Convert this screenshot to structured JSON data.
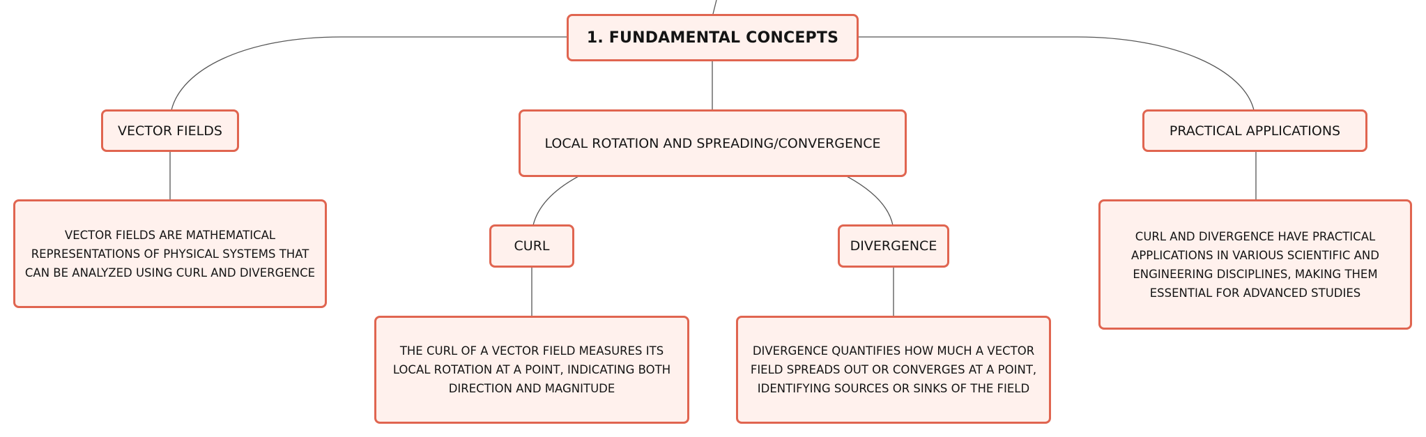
{
  "colors": {
    "node_fill": "#fff1ed",
    "node_border": "#e06550",
    "connector": "#555555",
    "text": "#141414",
    "background": "#ffffff"
  },
  "nodes": {
    "root": "1. FUNDAMENTAL CONCEPTS",
    "vector_fields": "VECTOR FIELDS",
    "vector_fields_desc": "VECTOR FIELDS ARE MATHEMATICAL REPRESENTATIONS OF PHYSICAL SYSTEMS THAT CAN BE ANALYZED USING CURL AND DIVERGENCE",
    "local_rotation": "LOCAL ROTATION AND SPREADING/CONVERGENCE",
    "curl": "CURL",
    "curl_desc": "THE CURL OF A VECTOR FIELD MEASURES ITS LOCAL ROTATION AT A POINT, INDICATING BOTH DIRECTION AND MAGNITUDE",
    "divergence": "DIVERGENCE",
    "divergence_desc": "DIVERGENCE QUANTIFIES HOW MUCH A VECTOR FIELD SPREADS OUT OR CONVERGES AT A POINT, IDENTIFYING SOURCES OR SINKS OF THE FIELD",
    "practical_applications": "PRACTICAL APPLICATIONS",
    "practical_applications_desc": "CURL AND DIVERGENCE HAVE PRACTICAL APPLICATIONS IN VARIOUS SCIENTIFIC AND ENGINEERING DISCIPLINES, MAKING THEM ESSENTIAL FOR ADVANCED STUDIES"
  }
}
